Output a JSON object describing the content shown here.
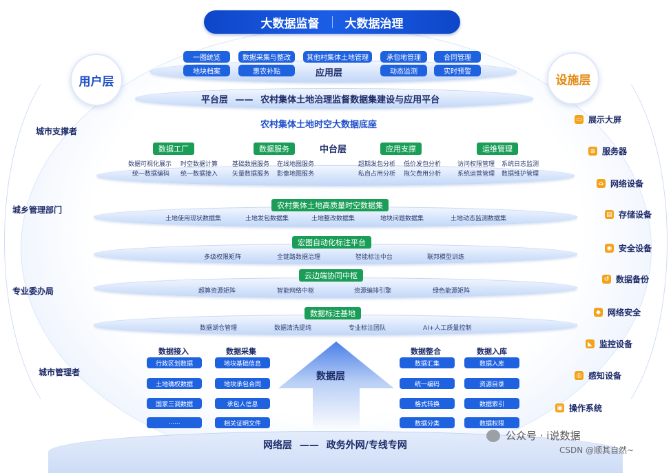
{
  "top_banner": {
    "left": "大数据监督",
    "right": "大数据治理"
  },
  "user_layer": {
    "label": "用户层",
    "roles": [
      "城市支撑者",
      "城乡管理部门",
      "专业委办局",
      "城市管理者"
    ]
  },
  "facility_layer": {
    "label": "设施层",
    "devices": [
      "展示大屏",
      "服务器",
      "网络设备",
      "存储设备",
      "安全设备",
      "数据备份",
      "网络安全",
      "监控设备",
      "感知设备",
      "操作系统"
    ]
  },
  "app_layer": {
    "label": "应用层",
    "row1": [
      "一图统览",
      "数据采集与整改",
      "其他村集体土地管理",
      "承包地管理",
      "合同管理"
    ],
    "row2": [
      "地块档案",
      "惠农补贴",
      "动态监测",
      "实时预警"
    ]
  },
  "platform_layer": {
    "label": "平台层",
    "dash": "——",
    "text": "农村集体土地治理监督数据集建设与应用平台"
  },
  "base_title": "农村集体土地时空大数据底座",
  "middle_layer": {
    "label": "中台层",
    "groups": [
      {
        "title": "数据工厂",
        "items": [
          "数据可视化展示",
          "时空数据计算",
          "统一数据编码",
          "统一数据接入"
        ]
      },
      {
        "title": "数据服务",
        "items": [
          "基础数据服务",
          "在线地图服务",
          "矢量数据服务",
          "影像地图服务"
        ]
      },
      {
        "title": "应用支撑",
        "items": [
          "超期发包分析",
          "低价发包分析",
          "私自占用分析",
          "拖欠费用分析"
        ]
      },
      {
        "title": "运维管理",
        "items": [
          "访问权限管理",
          "系统日志监测",
          "系统运营管理",
          "数据维护管理"
        ]
      }
    ]
  },
  "bands": [
    {
      "title": "农村集体土地高质量时空数据集",
      "items": [
        "土地使用现状数据集",
        "土地发包数据集",
        "土地整改数据集",
        "地块问题数据集",
        "土地动态监测数据集"
      ]
    },
    {
      "title": "宏图自动化标注平台",
      "items": [
        "多级权限矩阵",
        "全链路数据治理",
        "智能标注中台",
        "联邦模型训练"
      ]
    },
    {
      "title": "云边端协同中枢",
      "items": [
        "超算资源矩阵",
        "智能网络中枢",
        "资源编排引擎",
        "绿色能源矩阵"
      ]
    },
    {
      "title": "数据标注基地",
      "items": [
        "数据湖仓管理",
        "数据清洗提纯",
        "专业标注团队",
        "AI+人工质量控制"
      ]
    }
  ],
  "data_layer": {
    "label": "数据层",
    "columns": [
      {
        "title": "数据接入",
        "items": [
          "行政区划数据",
          "土地确权数据",
          "国家三调数据",
          "......"
        ]
      },
      {
        "title": "数据采集",
        "items": [
          "地块基础信息",
          "地块承包合同",
          "承包人信息",
          "相关证明文件"
        ]
      },
      {
        "title": "数据整合",
        "items": [
          "数据汇集",
          "统一编码",
          "格式转换",
          "数据分类"
        ]
      },
      {
        "title": "数据入库",
        "items": [
          "数据入库",
          "资源目录",
          "数据索引",
          "数据权限"
        ]
      }
    ]
  },
  "network_layer": {
    "label": "网络层",
    "dash": "——",
    "text": "政务外网/专线专网"
  },
  "watermark": {
    "line1": "公众号 · i说数据",
    "line2": "CSDN @顺其自然~"
  },
  "colors": {
    "primary": "#1f62e0",
    "green": "#1a9e57",
    "dark": "#1d2b68",
    "orange": "#f3a21a"
  }
}
